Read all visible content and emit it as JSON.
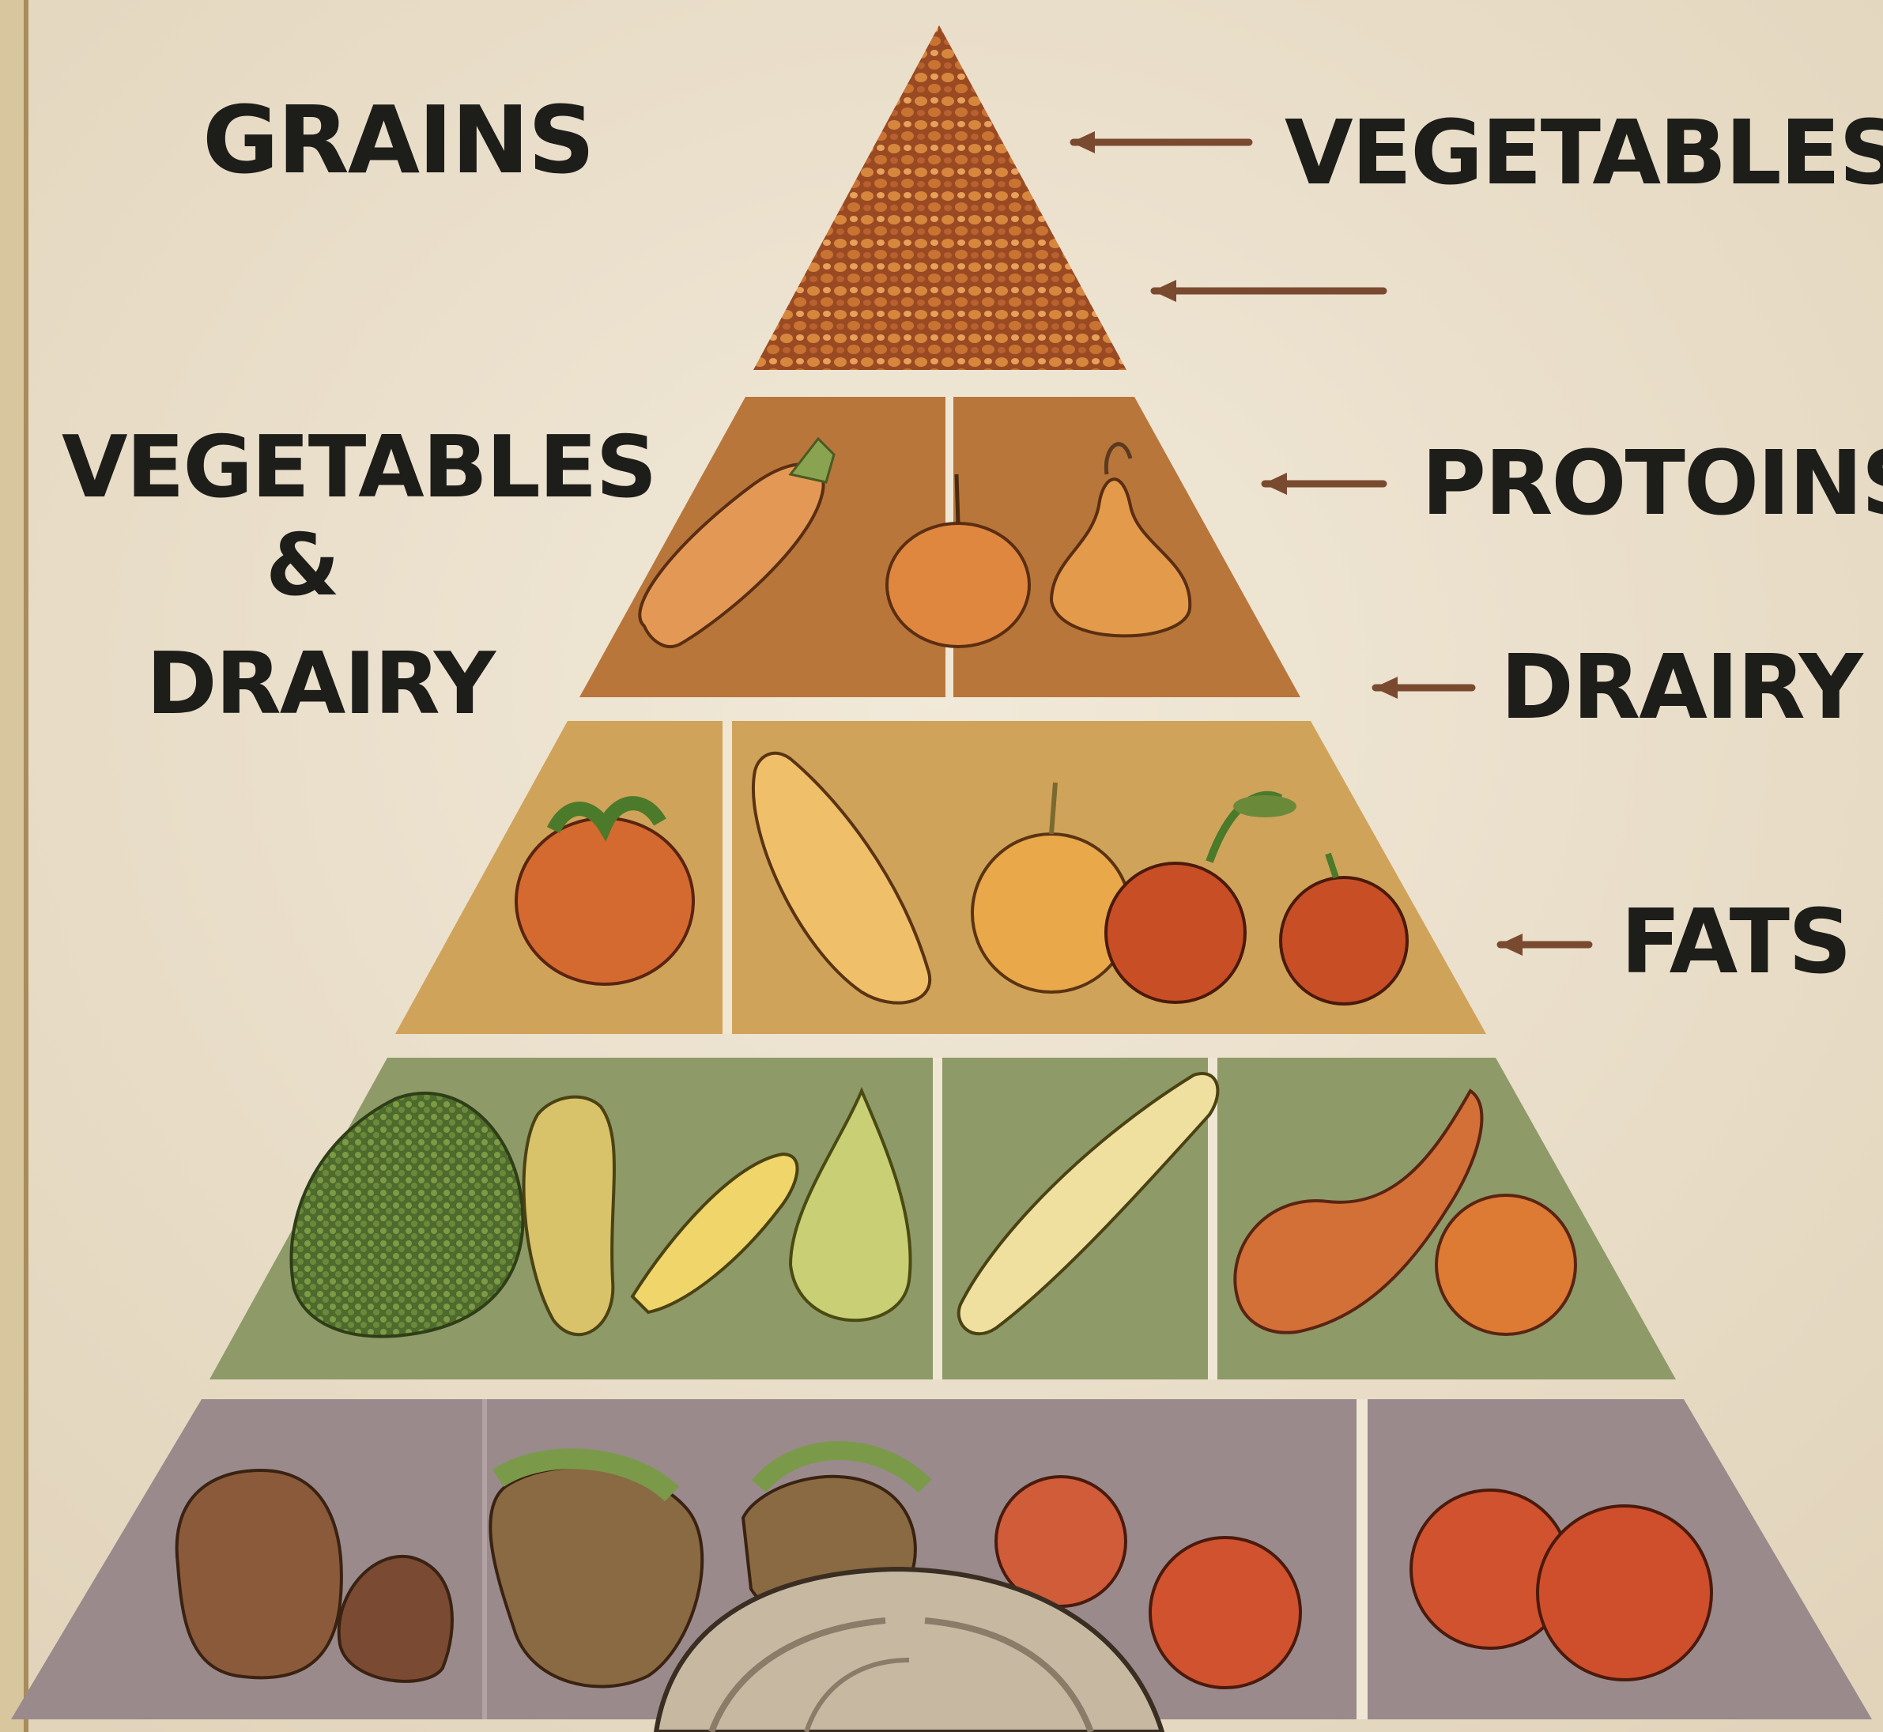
{
  "labels": {
    "left_top": "GRAINS",
    "left_mid_line1": "VEGETABLES",
    "left_mid_line2": "&",
    "left_mid_line3": "DRAIRY",
    "right_1": "VEGETABLES",
    "right_2": "PROTOINS",
    "right_3": "DRAIRY",
    "right_4": "FATS"
  },
  "tiers": [
    {
      "items": 0,
      "color": "#b9642e"
    },
    {
      "items": 3,
      "color": "#b9763a"
    },
    {
      "items": 5,
      "color": "#d0a35a"
    },
    {
      "items": 8,
      "color": "#8e9a68"
    },
    {
      "items": 10,
      "color": "#9a8a8c"
    }
  ],
  "colors": {
    "background": "#ece2d0",
    "divider": "#efe6d4",
    "arrow": "#7a4a30",
    "text": "#1d1d1a"
  }
}
